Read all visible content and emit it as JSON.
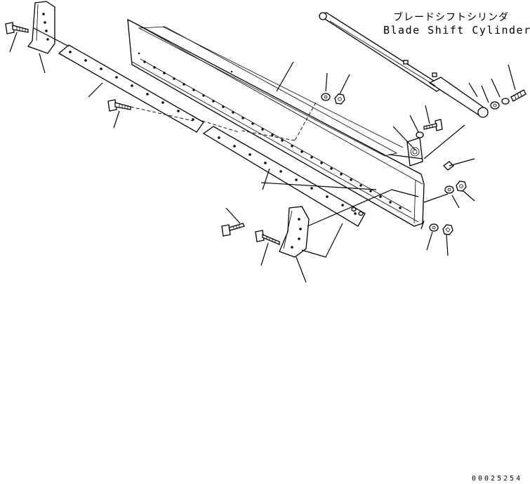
{
  "callout": {
    "japanese": "ブレードシフトシリンダ",
    "english": "Blade Shift Cylinder"
  },
  "document_number": "00025254"
}
